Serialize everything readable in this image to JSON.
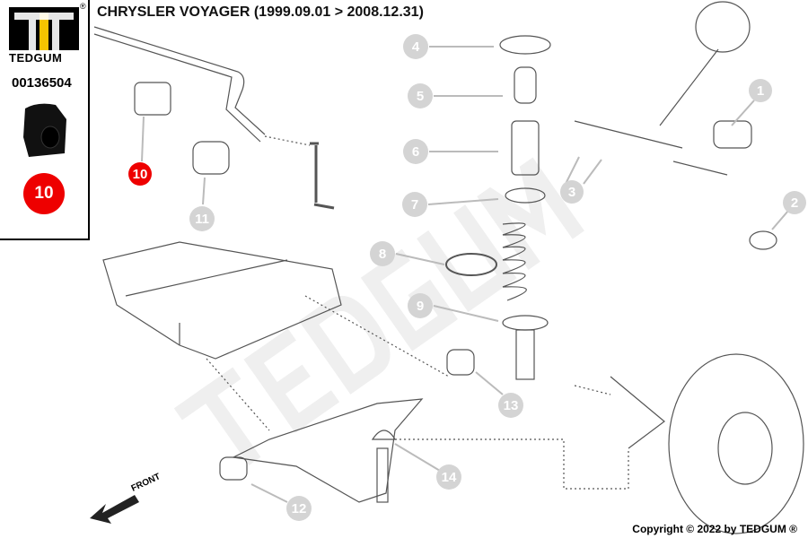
{
  "header": {
    "title": "CHRYSLER VOYAGER  (1999.09.01 > 2008.12.31)"
  },
  "sidebar": {
    "brand": "TEDGUM",
    "registered": "®",
    "part_number": "00136504",
    "highlight_number": "10"
  },
  "watermark": "TEDGUM",
  "diagram": {
    "front_label": "FRONT",
    "callouts": [
      "1",
      "2",
      "3",
      "4",
      "5",
      "6",
      "7",
      "8",
      "9",
      "10",
      "11",
      "12",
      "13",
      "14"
    ],
    "highlighted_callout": "10",
    "colors": {
      "callout": "#d4d4d4",
      "highlight": "#e00000",
      "logo_yellow": "#f5c400"
    }
  },
  "footer": {
    "copyright": "Copyright © 2022 by TEDGUM ®"
  }
}
